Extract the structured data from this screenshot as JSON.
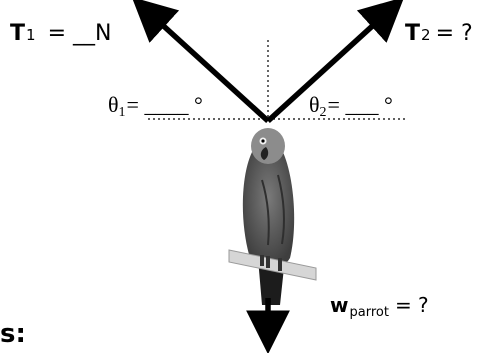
{
  "labels": {
    "t1_symbol": "T",
    "t1_subscript": "1",
    "t1_value": "= __N",
    "t2_symbol": "T",
    "t2_subscript": "2",
    "t2_value": "= ?",
    "theta1_symbol": "θ",
    "theta1_subscript": "1",
    "theta1_value": "= ____ °",
    "theta2_symbol": "θ",
    "theta2_subscript": "2",
    "theta2_value": "= ___ °",
    "weight_symbol": "w",
    "weight_subscript": "parrot",
    "weight_value": "= ?",
    "cutoff_text": "s:"
  },
  "photo": {
    "subject": "african-grey-parrot-on-perch",
    "background_color": "#ffffff",
    "bird_color": "#5c5c5c",
    "tail_color": "#1a1a1a",
    "perch_color": "#d6d6d6"
  },
  "colors": {
    "arrow": "#000000",
    "guide_lines": "#000000"
  }
}
